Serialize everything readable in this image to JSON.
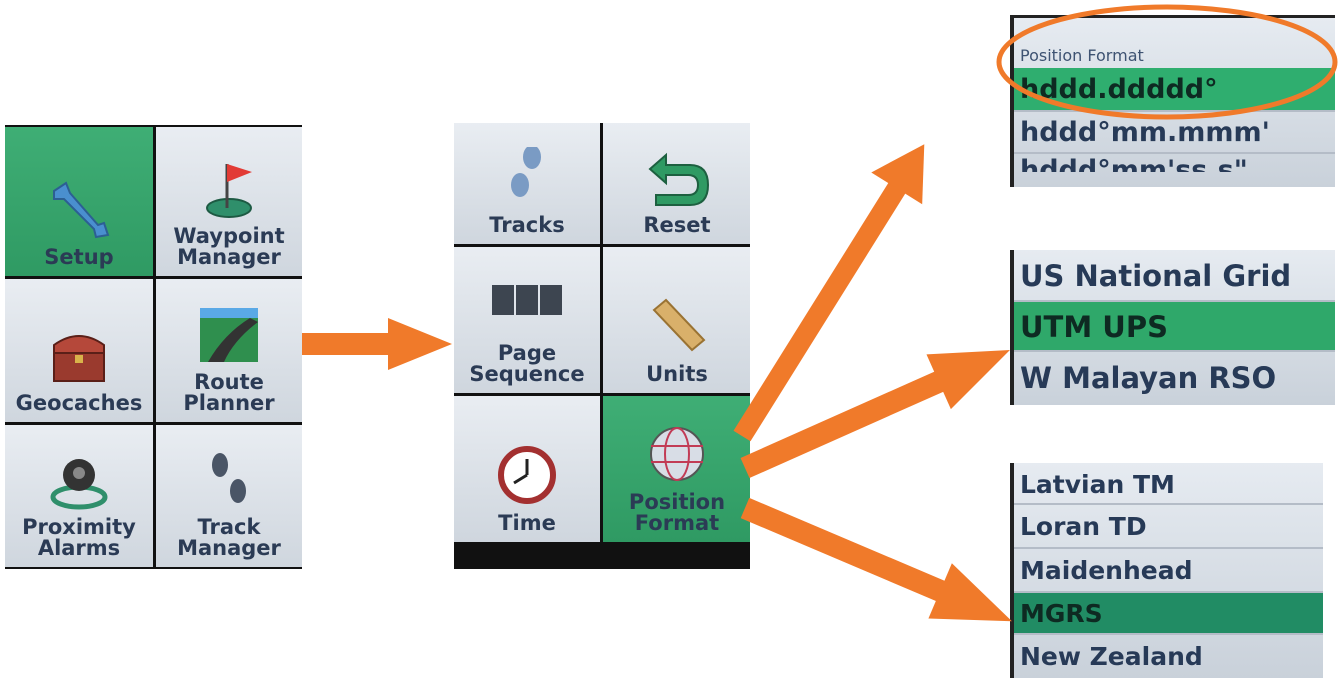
{
  "main_menu": {
    "items": [
      {
        "label": "Setup",
        "icon": "wrench-icon",
        "selected": true
      },
      {
        "label": "Waypoint\nManager",
        "icon": "waypoint-flag-icon",
        "selected": false
      },
      {
        "label": "Geocaches",
        "icon": "treasure-chest-icon",
        "selected": false
      },
      {
        "label": "Route\nPlanner",
        "icon": "road-icon",
        "selected": false
      },
      {
        "label": "Proximity\nAlarms",
        "icon": "proximity-alarm-icon",
        "selected": false
      },
      {
        "label": "Track\nManager",
        "icon": "footprints-icon",
        "selected": false
      }
    ]
  },
  "setup_menu": {
    "items": [
      {
        "label": "Tracks",
        "icon": "footprints-icon",
        "selected": false
      },
      {
        "label": "Reset",
        "icon": "reset-arrow-icon",
        "selected": false
      },
      {
        "label": "Page\nSequence",
        "icon": "page-sequence-icon",
        "selected": false
      },
      {
        "label": "Units",
        "icon": "ruler-icon",
        "selected": false
      },
      {
        "label": "Time",
        "icon": "clock-icon",
        "selected": false
      },
      {
        "label": "Position\nFormat",
        "icon": "globe-icon",
        "selected": true
      }
    ]
  },
  "position_format_list": {
    "header": "Position Format",
    "options": [
      {
        "label": "hddd.ddddd°",
        "selected": true
      },
      {
        "label": "hddd°mm.mmm'",
        "selected": false
      },
      {
        "label": "hddd°mm'ss.s\"",
        "selected": false
      }
    ]
  },
  "grid_list": {
    "options": [
      {
        "label": "US National Grid",
        "selected": false
      },
      {
        "label": "UTM UPS",
        "selected": true
      },
      {
        "label": "W Malayan RSO",
        "selected": false
      }
    ]
  },
  "datum_list": {
    "options": [
      {
        "label": "Latvian TM",
        "selected": false
      },
      {
        "label": "Loran TD",
        "selected": false
      },
      {
        "label": "Maidenhead",
        "selected": false
      },
      {
        "label": "MGRS",
        "selected": true
      },
      {
        "label": "New Zealand",
        "selected": false
      }
    ]
  },
  "colors": {
    "accent_orange": "#f07a2a",
    "selection_green": "#2f9a63",
    "label_navy": "#2b3b55"
  }
}
